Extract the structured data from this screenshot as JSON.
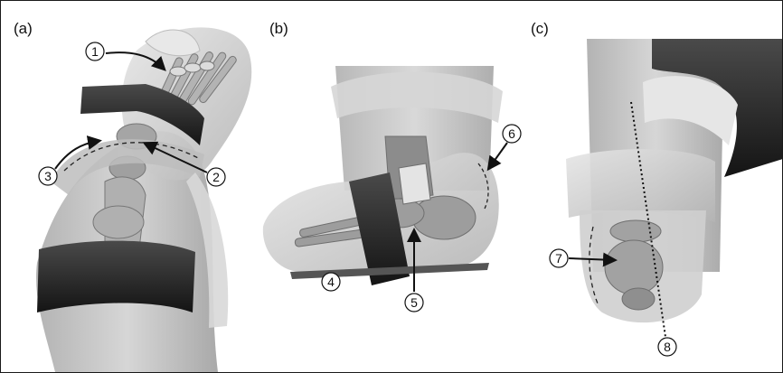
{
  "panels": [
    {
      "label": "(a)"
    },
    {
      "label": "(b)"
    },
    {
      "label": "(c)"
    }
  ],
  "callouts": [
    "1",
    "2",
    "3",
    "4",
    "5",
    "6",
    "7",
    "8"
  ],
  "colors": {
    "strap": "#2a2a2a",
    "shell": "#c9c9c9",
    "shell_light": "#e2e2e2",
    "bone": "#a9a9a9",
    "line": "#111111"
  }
}
